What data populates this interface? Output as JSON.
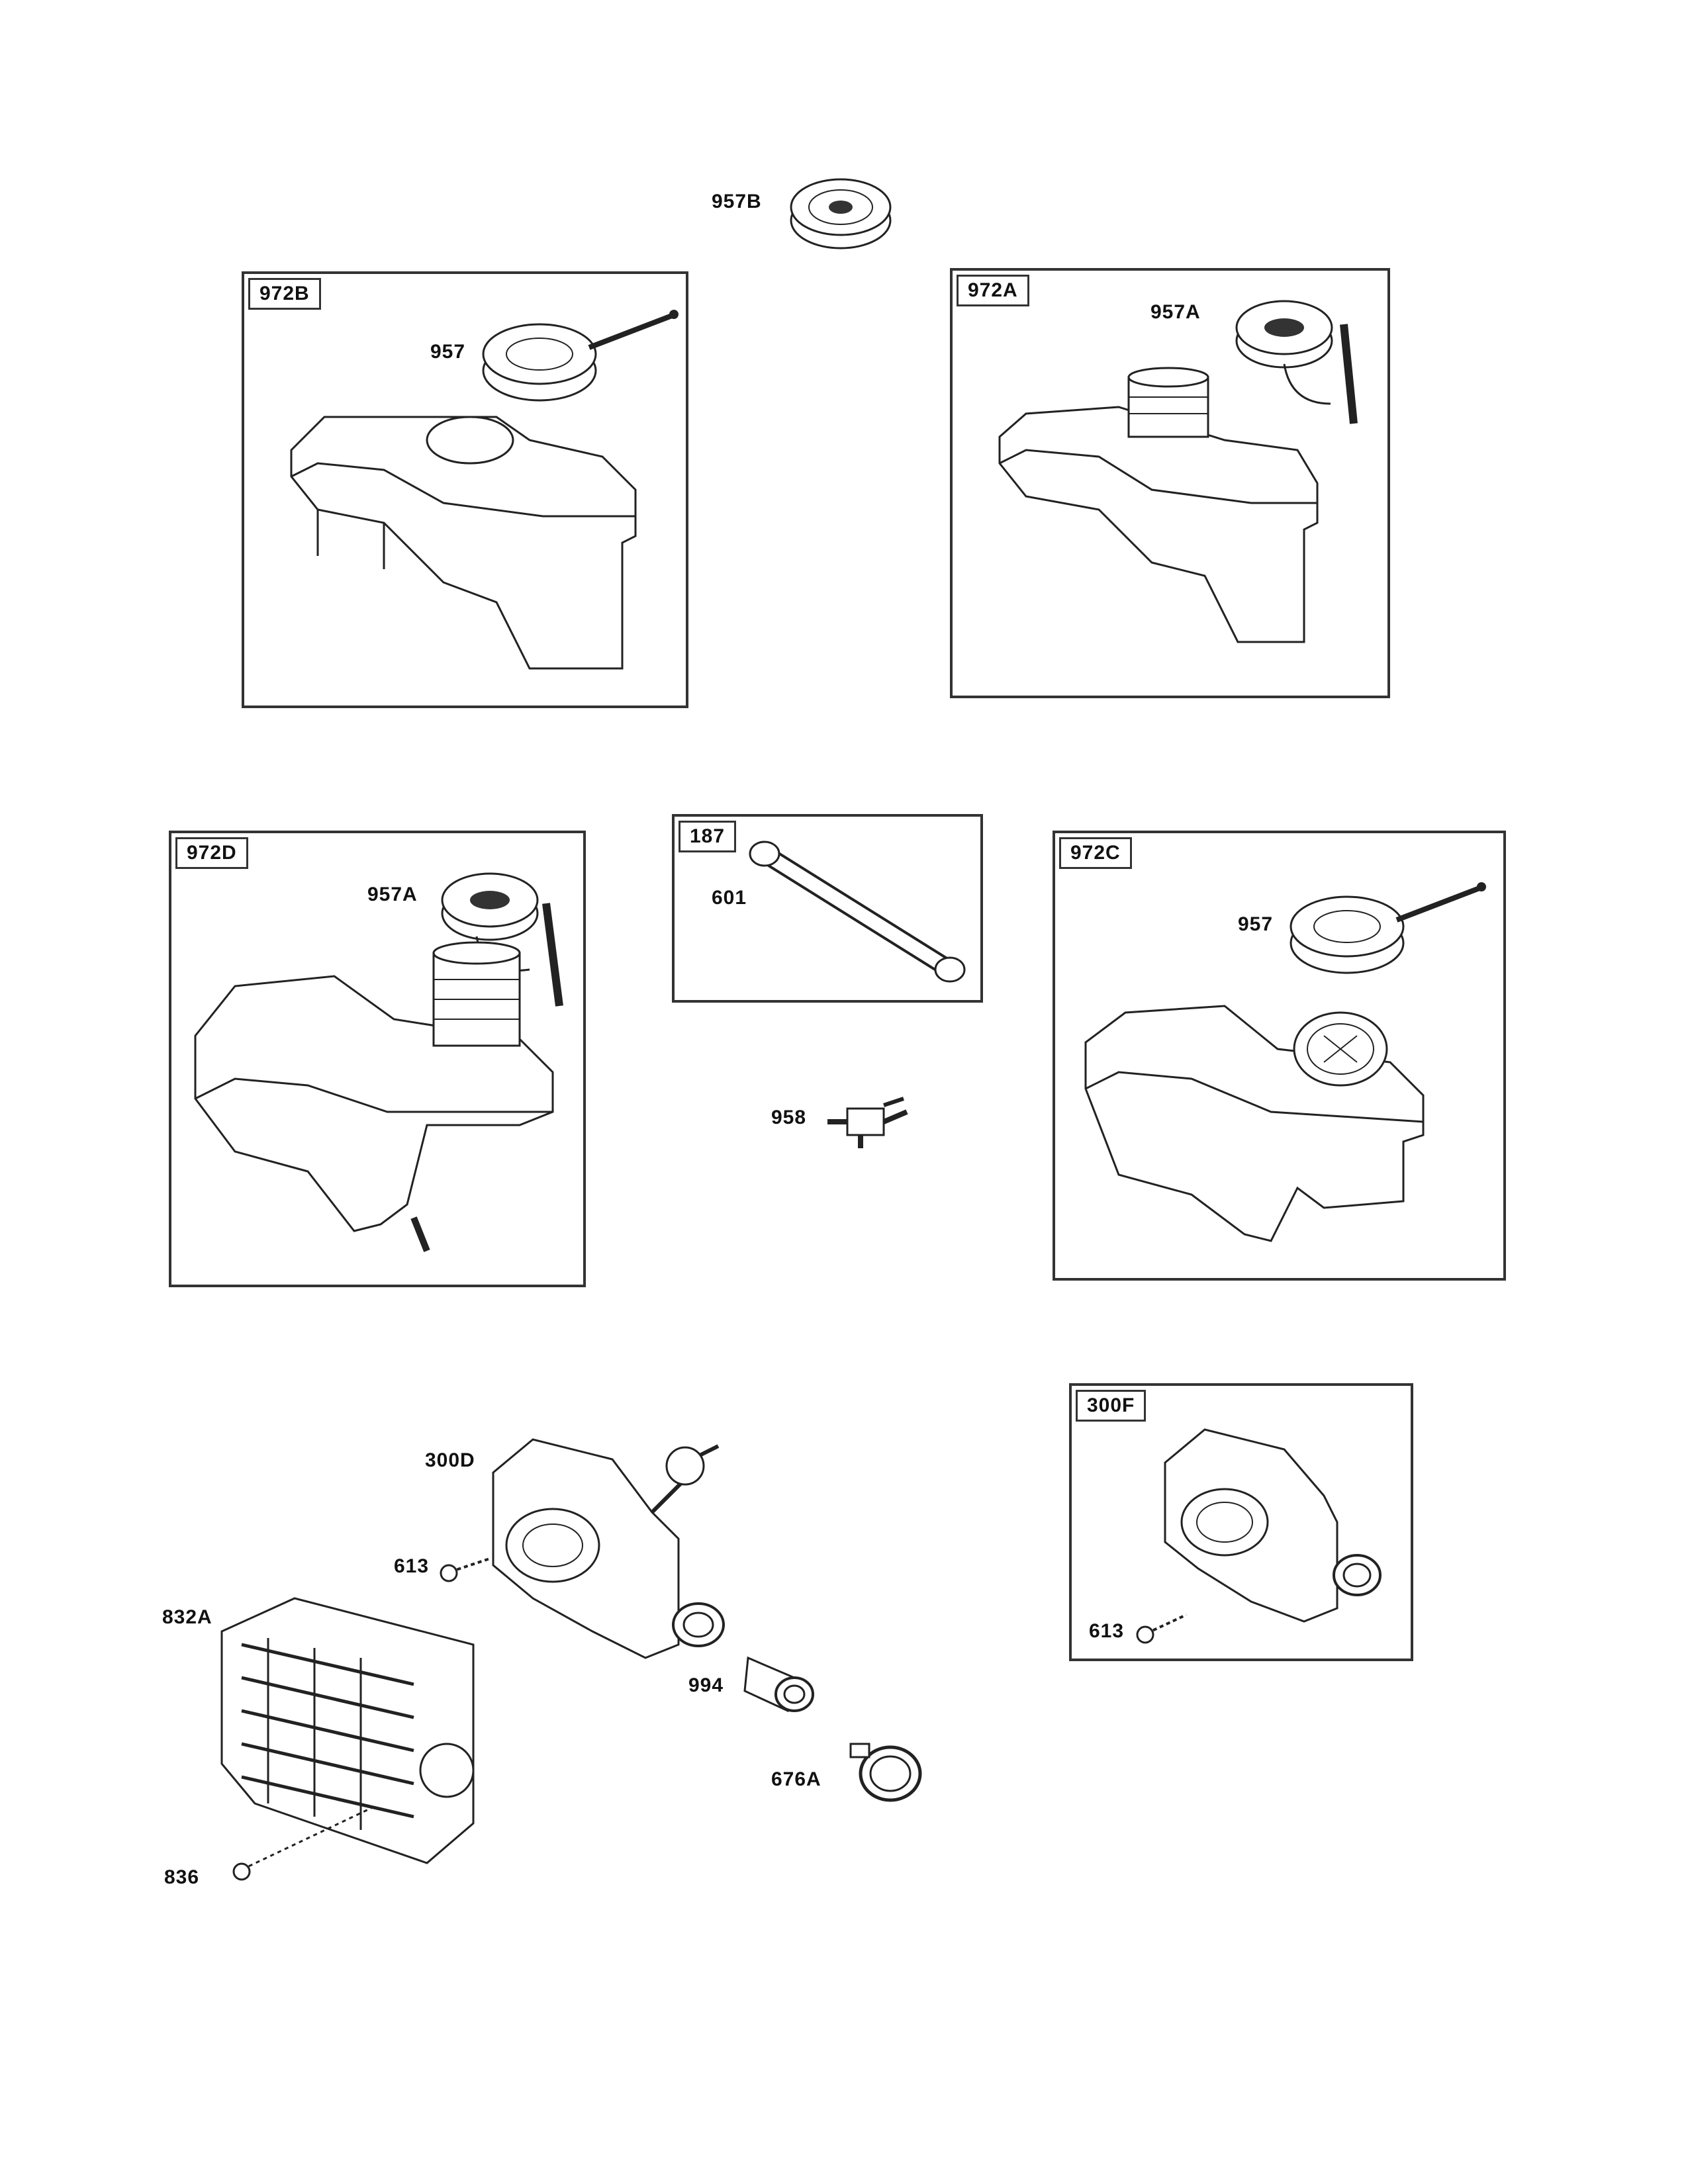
{
  "boxes": {
    "b972B": "972B",
    "b972A": "972A",
    "b972D": "972D",
    "b187": "187",
    "b972C": "972C",
    "b300F": "300F"
  },
  "callouts": {
    "c957B": "957B",
    "c957_top": "957",
    "c957A_top": "957A",
    "c957A_mid": "957A",
    "c601": "601",
    "c958": "958",
    "c957_mid": "957",
    "c300D": "300D",
    "c613_left": "613",
    "c832A": "832A",
    "c994": "994",
    "c676A": "676A",
    "c836": "836",
    "c613_right": "613"
  },
  "icons": {
    "fuel_cap": "fuel-cap-icon",
    "fuel_tank": "fuel-tank-icon",
    "fuel_line": "fuel-line-icon",
    "valve": "fuel-valve-icon",
    "muffler": "muffler-icon",
    "guard": "muffler-guard-icon",
    "screw": "screw-icon",
    "clamp": "clamp-icon",
    "pipe": "exhaust-pipe-icon"
  }
}
